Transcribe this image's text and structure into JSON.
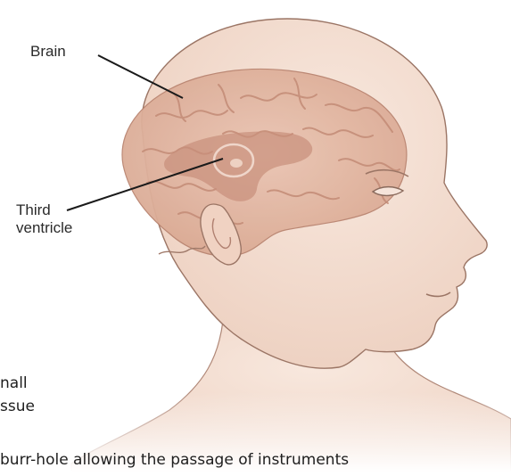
{
  "labels": {
    "brain": "Brain",
    "third_ventricle_line1": "Third",
    "third_ventricle_line2": "ventricle"
  },
  "caption": {
    "fragment_1": "nall",
    "fragment_2": "ssue",
    "fragment_3": "burr-hole allowing the passage of instruments"
  },
  "colors": {
    "skin": "#f3ddd0",
    "skin_shadow": "#e6c3b0",
    "brain": "#e3b6a2",
    "brain_folds": "#cf9a86",
    "ventricle": "#c78d78",
    "outline": "#8a6a5c"
  }
}
